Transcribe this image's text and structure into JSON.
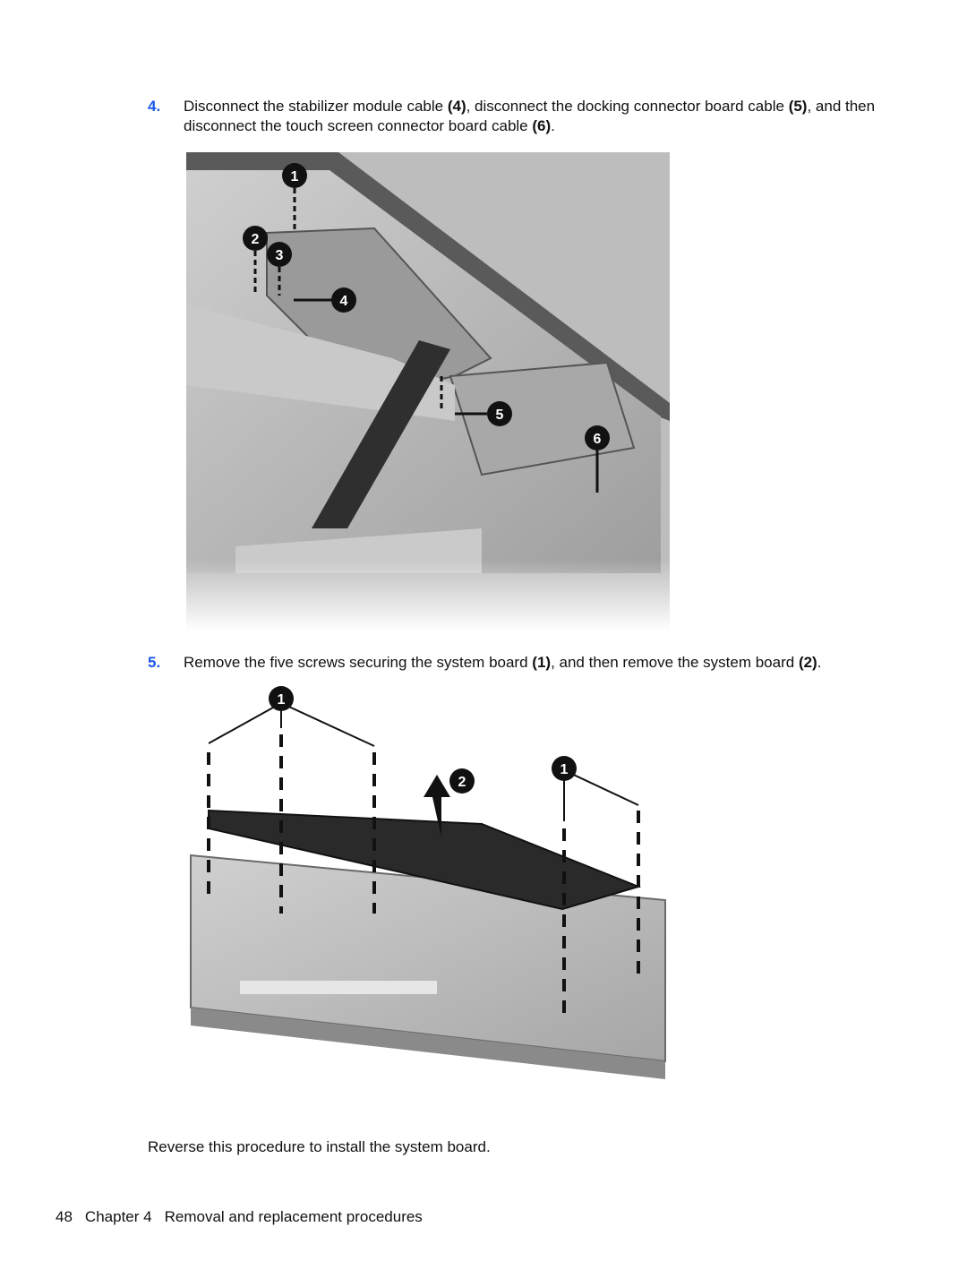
{
  "step4": {
    "number": "4.",
    "segments": [
      {
        "t": "Disconnect the stabilizer module cable ",
        "b": false
      },
      {
        "t": "(4)",
        "b": true
      },
      {
        "t": ", disconnect the docking connector board cable ",
        "b": false
      },
      {
        "t": "(5)",
        "b": true
      },
      {
        "t": ", and then disconnect the touch screen connector board cable ",
        "b": false
      },
      {
        "t": "(6)",
        "b": true
      },
      {
        "t": ".",
        "b": false
      }
    ]
  },
  "figure1": {
    "callouts": [
      "1",
      "2",
      "3",
      "4",
      "5",
      "6"
    ]
  },
  "step5": {
    "number": "5.",
    "segments": [
      {
        "t": "Remove the five screws securing the system board ",
        "b": false
      },
      {
        "t": "(1)",
        "b": true
      },
      {
        "t": ", and then remove the system board ",
        "b": false
      },
      {
        "t": "(2)",
        "b": true
      },
      {
        "t": ".",
        "b": false
      }
    ]
  },
  "figure2": {
    "callouts": [
      "1",
      "2",
      "1"
    ]
  },
  "closing_text": "Reverse this procedure to install the system board.",
  "footer": {
    "page_number": "48",
    "chapter": "Chapter 4",
    "title": "Removal and replacement procedures"
  },
  "colors": {
    "step_number": "#1a57e6",
    "callout_fill": "#111111"
  }
}
